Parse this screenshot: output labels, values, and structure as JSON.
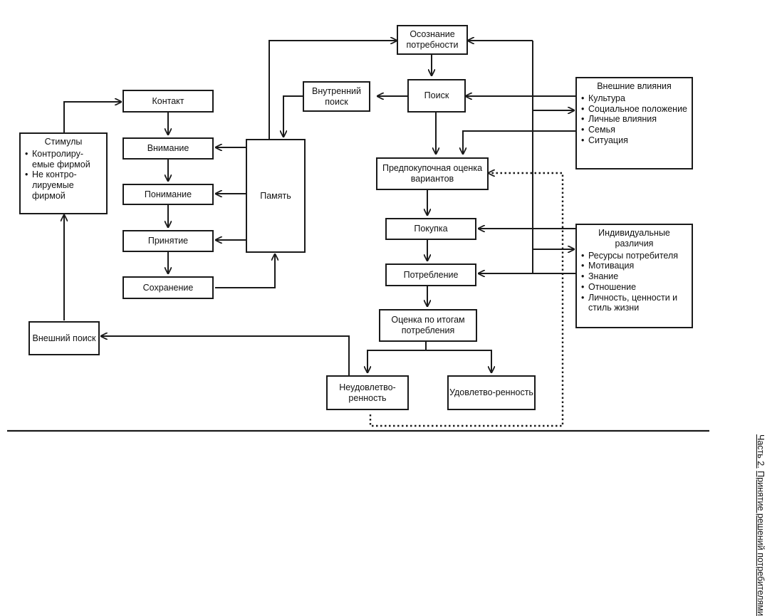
{
  "nodes": {
    "need_recognition": "Осознание потребности",
    "search": "Поиск",
    "internal_search": "Внутренний поиск",
    "pre_purchase_evaluation": "Предпокупочная оценка вариантов",
    "purchase": "Покупка",
    "consumption": "Потребление",
    "post_consumption_evaluation": "Оценка по итогам потребления",
    "dissatisfaction": "Неудовлетво-ренность",
    "satisfaction": "Удовлетво-ренность",
    "contact": "Контакт",
    "attention": "Внимание",
    "comprehension": "Понимание",
    "acceptance": "Принятие",
    "retention": "Сохранение",
    "memory": "Память",
    "external_search": "Внешний поиск"
  },
  "stimuli": {
    "title": "Стимулы",
    "items": [
      "Контролиру-емые фирмой",
      "Не контро-лируемые фирмой"
    ]
  },
  "external_influences": {
    "title": "Внешние влияния",
    "items": [
      "Культура",
      "Социальное положение",
      "Личные влияния",
      "Семья",
      "Ситуация"
    ]
  },
  "individual_differences": {
    "title": "Индивидуальные различия",
    "items": [
      "Ресурсы потребителя",
      "Мотивация",
      "Знание",
      "Отношение",
      "Личность, ценности и стиль жизни"
    ]
  },
  "page_caption": {
    "part": "Часть 2.",
    "title": "Принятие решений потребителями"
  }
}
